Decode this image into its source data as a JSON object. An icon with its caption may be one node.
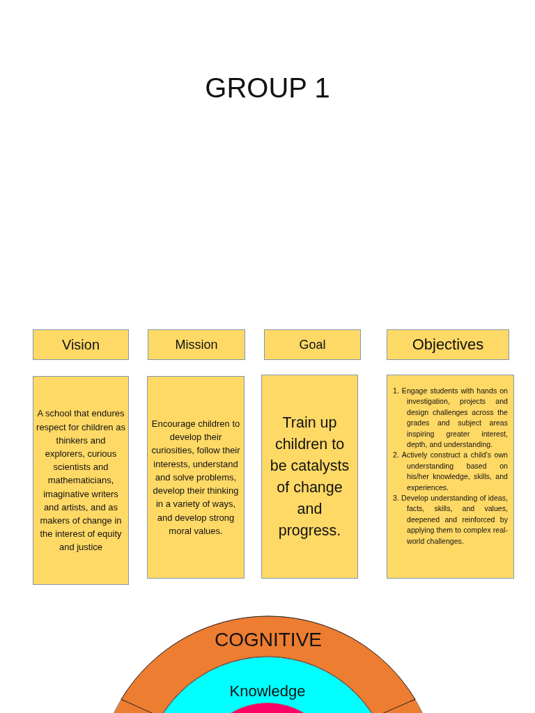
{
  "diagram": {
    "title": "GROUP 1",
    "nodes": [
      {
        "text": [
          "Vision"
        ]
      },
      {
        "text": [
          "Mission"
        ]
      },
      {
        "text": [
          "Goal"
        ]
      },
      {
        "text": [
          "Objectives"
        ]
      },
      {
        "text": [
          "A school that endures respect for children as thinkers and explorers, curious scientists and mathematicians, imaginative writers and artists, and as makers of change in the interest of equity and justice"
        ]
      },
      {
        "text": [
          "Encourage children to develop their curiosities, follow their interests, understand and solve problems, develop their thinking in a variety of ways, and develop strong moral values."
        ]
      },
      {
        "text": [
          "Train up children to be catalysts of change and progress."
        ]
      },
      {
        "text": [
          "1. Engage students with hands on investigation, projects and design challenges across the grades and subject areas inspiring greater interest, depth, and understanding.",
          "2. Actively construct a child’s own understanding based on his/her knowledge, skills, and experiences.",
          "3. Develop understanding of ideas, facts, skills, and values, deepened and reinforced by applying them to complex real-world challenges."
        ]
      },
      {
        "text": [
          "COGNITIVE"
        ]
      },
      {
        "text": [
          "Knowledge"
        ]
      },
      {
        "text": [],
        "shape": "circle",
        "in": 9
      }
    ]
  }
}
